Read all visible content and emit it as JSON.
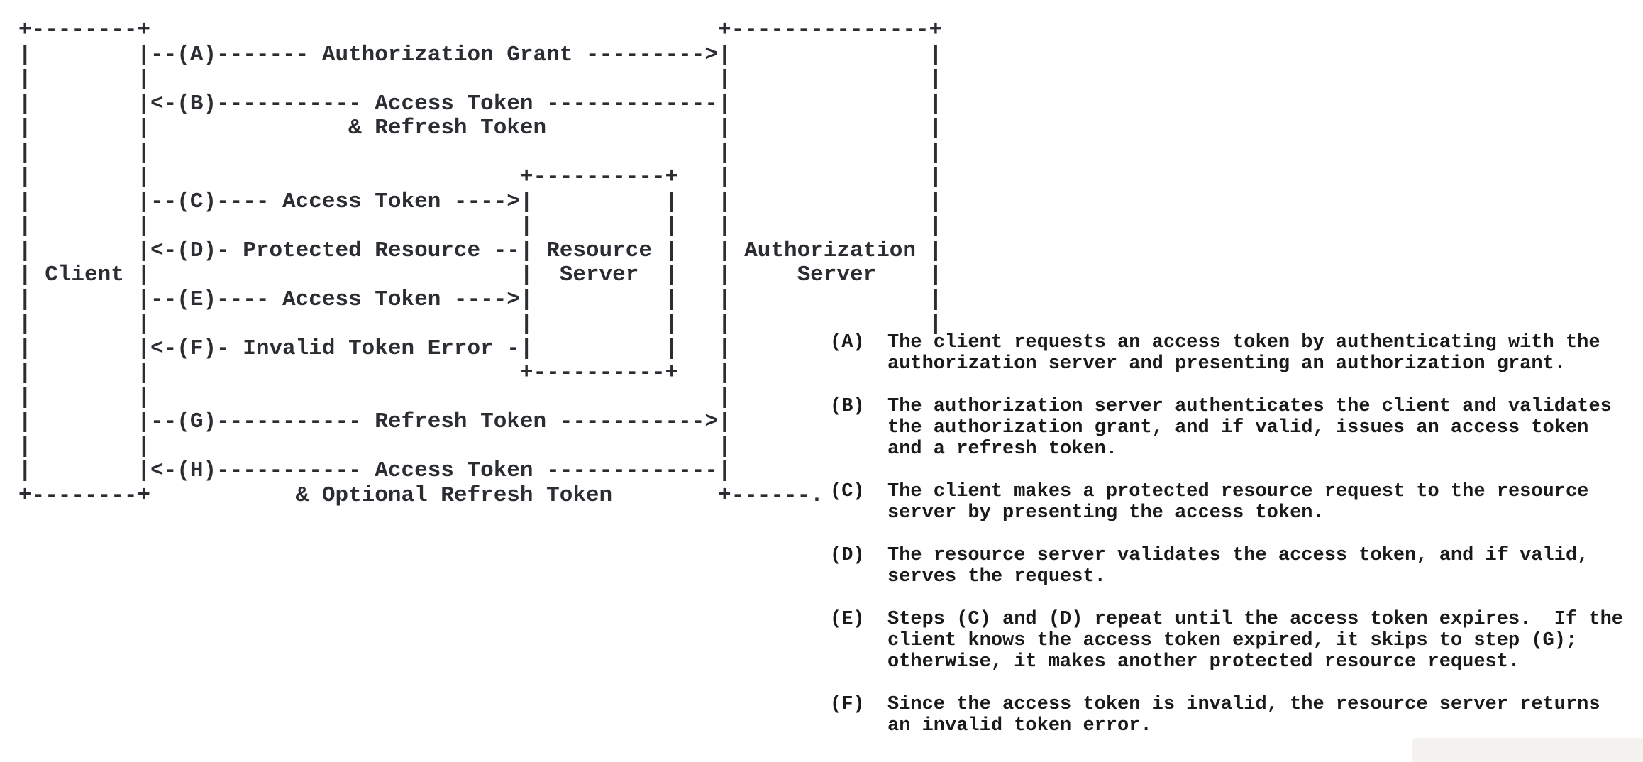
{
  "diagram": {
    "title_semantic": "OAuth 2.0 Refreshing an Expired Access Token flow",
    "actors": {
      "client": "Client",
      "resource_server": "Resource Server",
      "authorization_server": "Authorization Server"
    },
    "lines": [
      "+--------+                                           +---------------+",
      "|        |--(A)------- Authorization Grant --------->|               |",
      "|        |                                           |               |",
      "|        |<-(B)----------- Access Token -------------|               |",
      "|        |               & Refresh Token             |               |",
      "|        |                                           |               |",
      "|        |                            +----------+   |               |",
      "|        |--(C)---- Access Token ---->|          |   |               |",
      "|        |                            |          |   |               |",
      "|        |<-(D)- Protected Resource --| Resource |   | Authorization |",
      "| Client |                            |  Server  |   |     Server    |",
      "|        |--(E)---- Access Token ---->|          |   |               |",
      "|        |                            |          |   |               |",
      "|        |<-(F)- Invalid Token Error -|          |   |",
      "|        |                            +----------+   |",
      "|        |                                           |",
      "|        |--(G)----------- Refresh Token ----------->|",
      "|        |                                           |",
      "|        |<-(H)----------- Access Token -------------|",
      "+--------+           & Optional Refresh Token        +------."
    ]
  },
  "steps": [
    {
      "label": "(A)",
      "text": "The client requests an access token by authenticating with the\nauthorization server and presenting an authorization grant."
    },
    {
      "label": "(B)",
      "text": "The authorization server authenticates the client and validates\nthe authorization grant, and if valid, issues an access token\nand a refresh token."
    },
    {
      "label": "(C)",
      "text": "The client makes a protected resource request to the resource\nserver by presenting the access token."
    },
    {
      "label": "(D)",
      "text": "The resource server validates the access token, and if valid,\nserves the request."
    },
    {
      "label": "(E)",
      "text": "Steps (C) and (D) repeat until the access token expires.  If the\nclient knows the access token expired, it skips to step (G);\notherwise, it makes another protected resource request."
    },
    {
      "label": "(F)",
      "text": "Since the access token is invalid, the resource server returns\nan invalid token error."
    }
  ],
  "colors": {
    "background": "#ffffff",
    "diagram_text": "#2a2d31",
    "description_text": "#1a1a1a",
    "corner_panel": "#f3f2ef"
  }
}
